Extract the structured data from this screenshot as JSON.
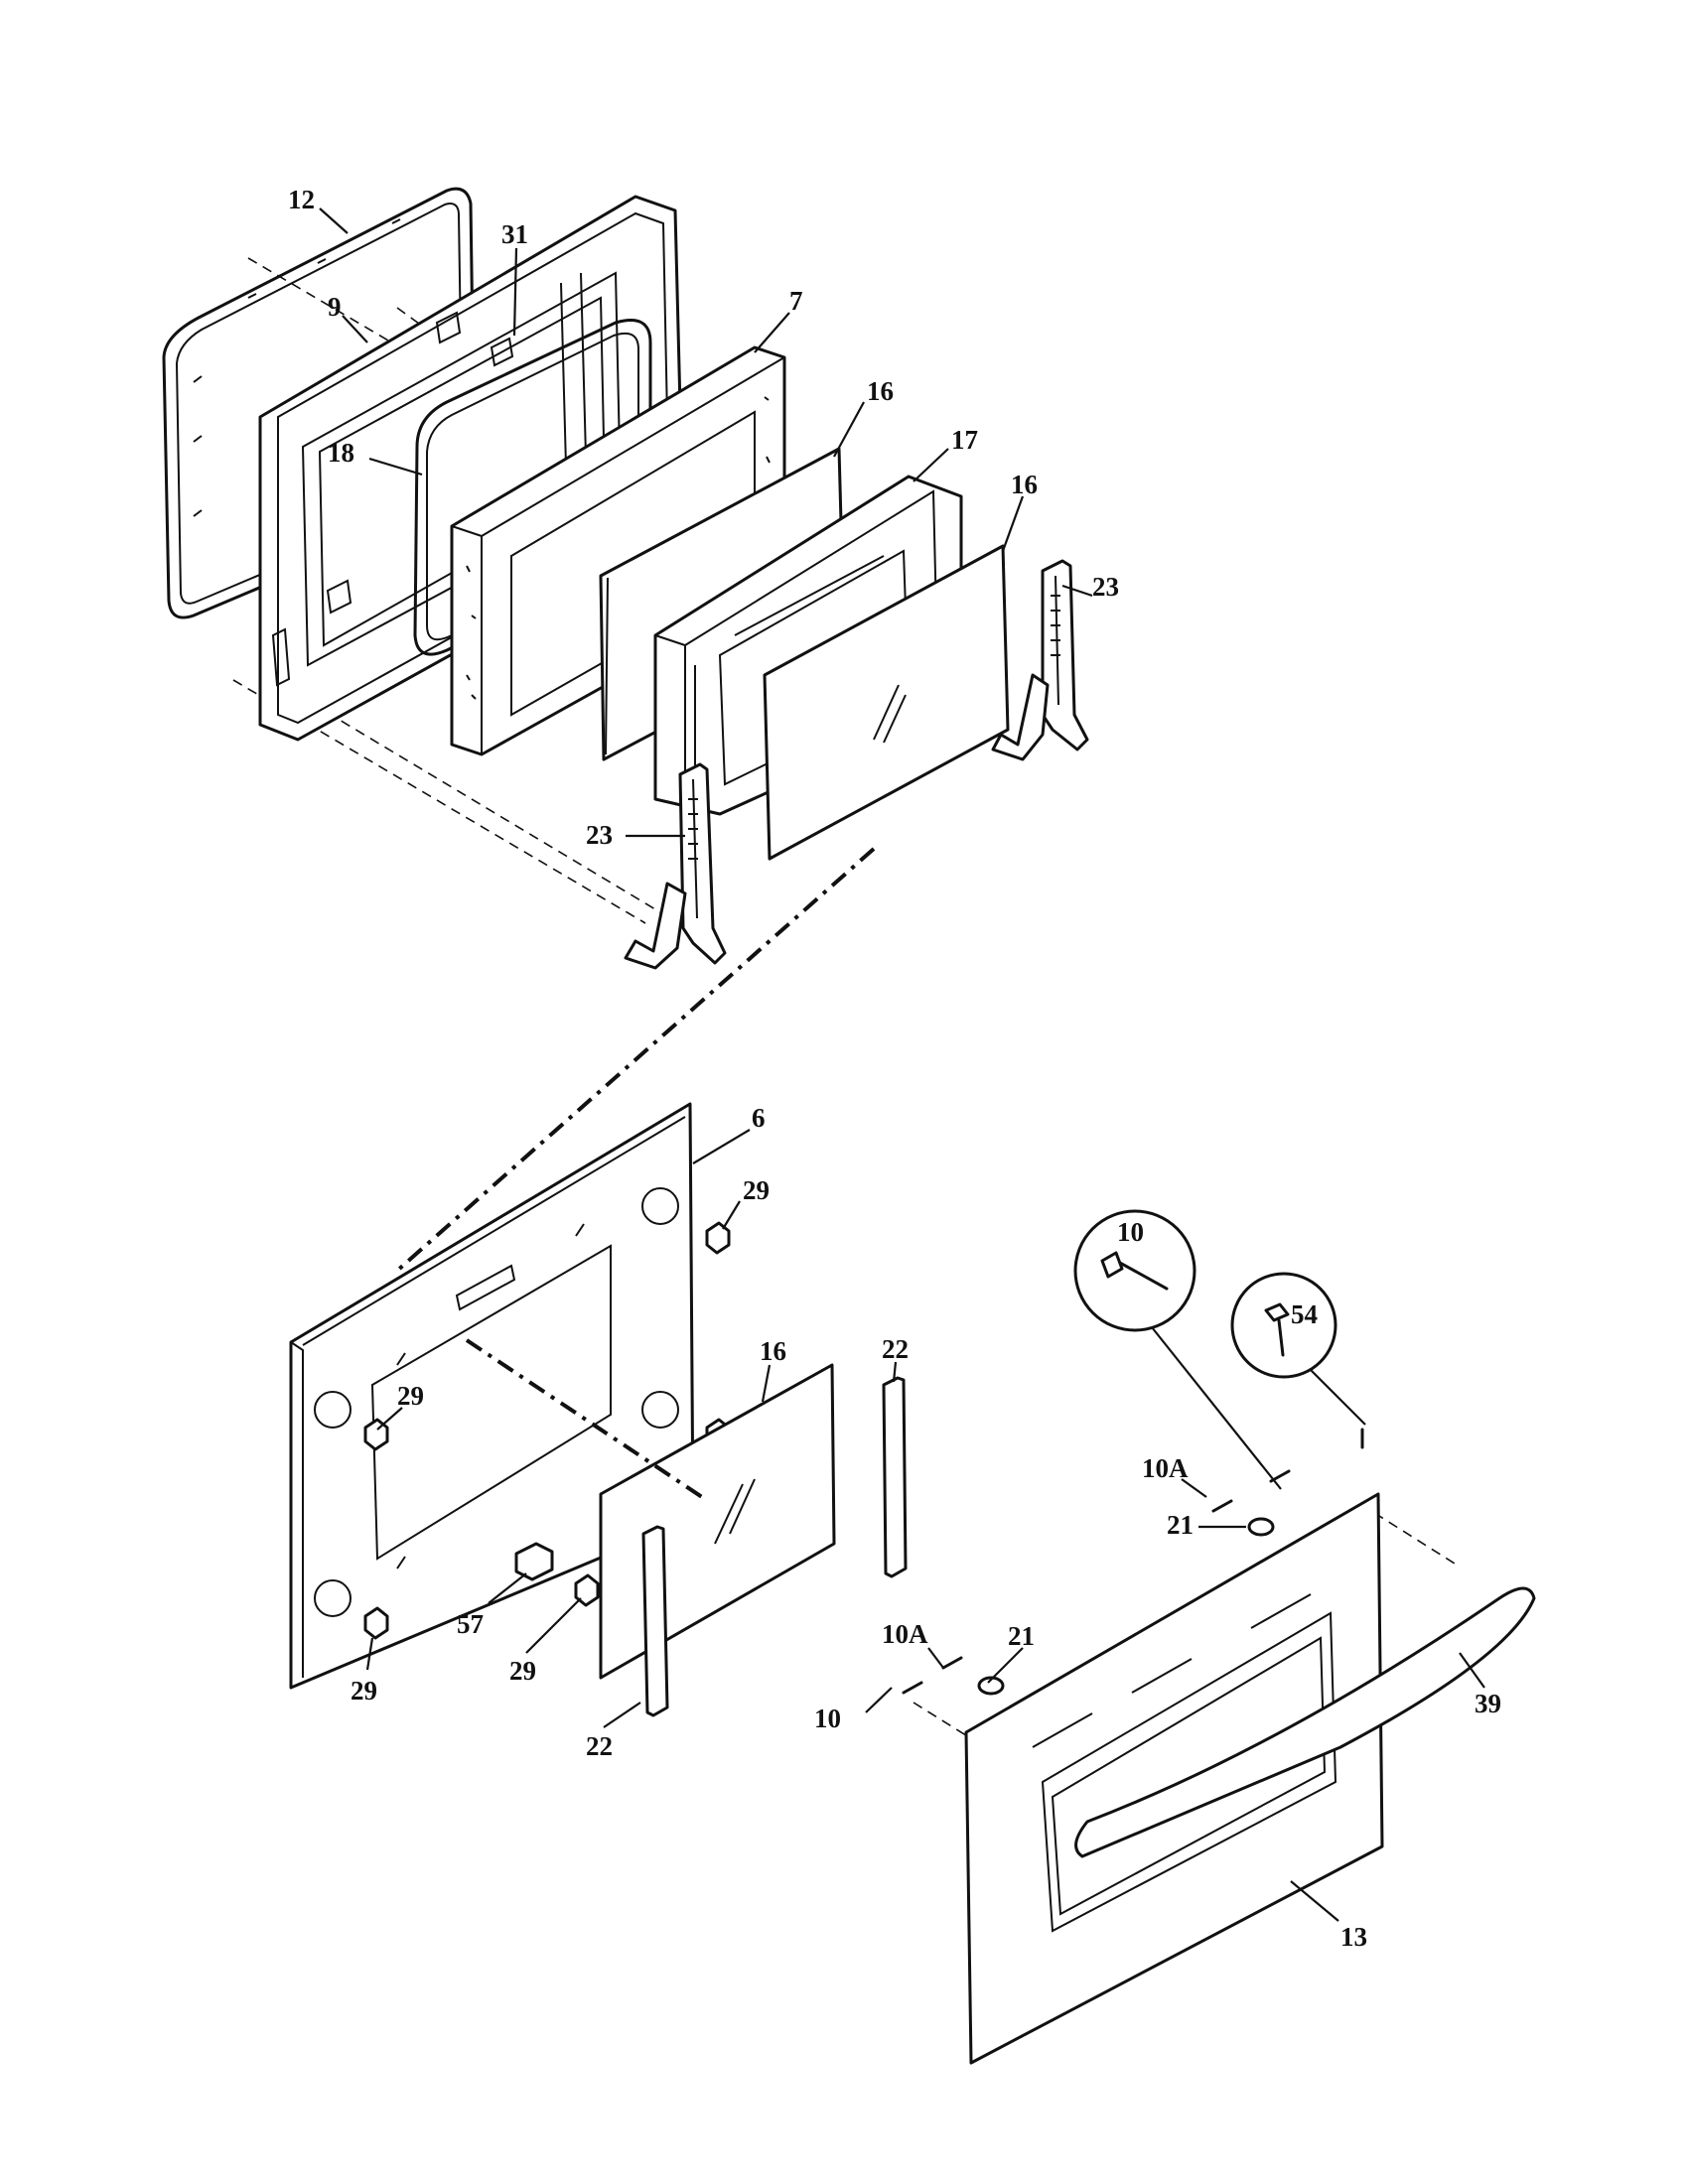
{
  "labels": [
    {
      "id": "12",
      "text": "12"
    },
    {
      "id": "31",
      "text": "31"
    },
    {
      "id": "9",
      "text": "9"
    },
    {
      "id": "7",
      "text": "7"
    },
    {
      "id": "16a",
      "text": "16"
    },
    {
      "id": "17",
      "text": "17"
    },
    {
      "id": "18",
      "text": "18"
    },
    {
      "id": "16b",
      "text": "16"
    },
    {
      "id": "23a",
      "text": "23"
    },
    {
      "id": "23b",
      "text": "23"
    },
    {
      "id": "6",
      "text": "6"
    },
    {
      "id": "29a",
      "text": "29"
    },
    {
      "id": "16c",
      "text": "16"
    },
    {
      "id": "22a",
      "text": "22"
    },
    {
      "id": "29b",
      "text": "29"
    },
    {
      "id": "10top",
      "text": "10"
    },
    {
      "id": "54",
      "text": "54"
    },
    {
      "id": "10A1",
      "text": "10A"
    },
    {
      "id": "21a",
      "text": "21"
    },
    {
      "id": "10A2",
      "text": "10A"
    },
    {
      "id": "21b",
      "text": "21"
    },
    {
      "id": "39",
      "text": "39"
    },
    {
      "id": "10b",
      "text": "10"
    },
    {
      "id": "57",
      "text": "57"
    },
    {
      "id": "29c",
      "text": "29"
    },
    {
      "id": "29d",
      "text": "29"
    },
    {
      "id": "22b",
      "text": "22"
    },
    {
      "id": "13",
      "text": "13"
    }
  ]
}
